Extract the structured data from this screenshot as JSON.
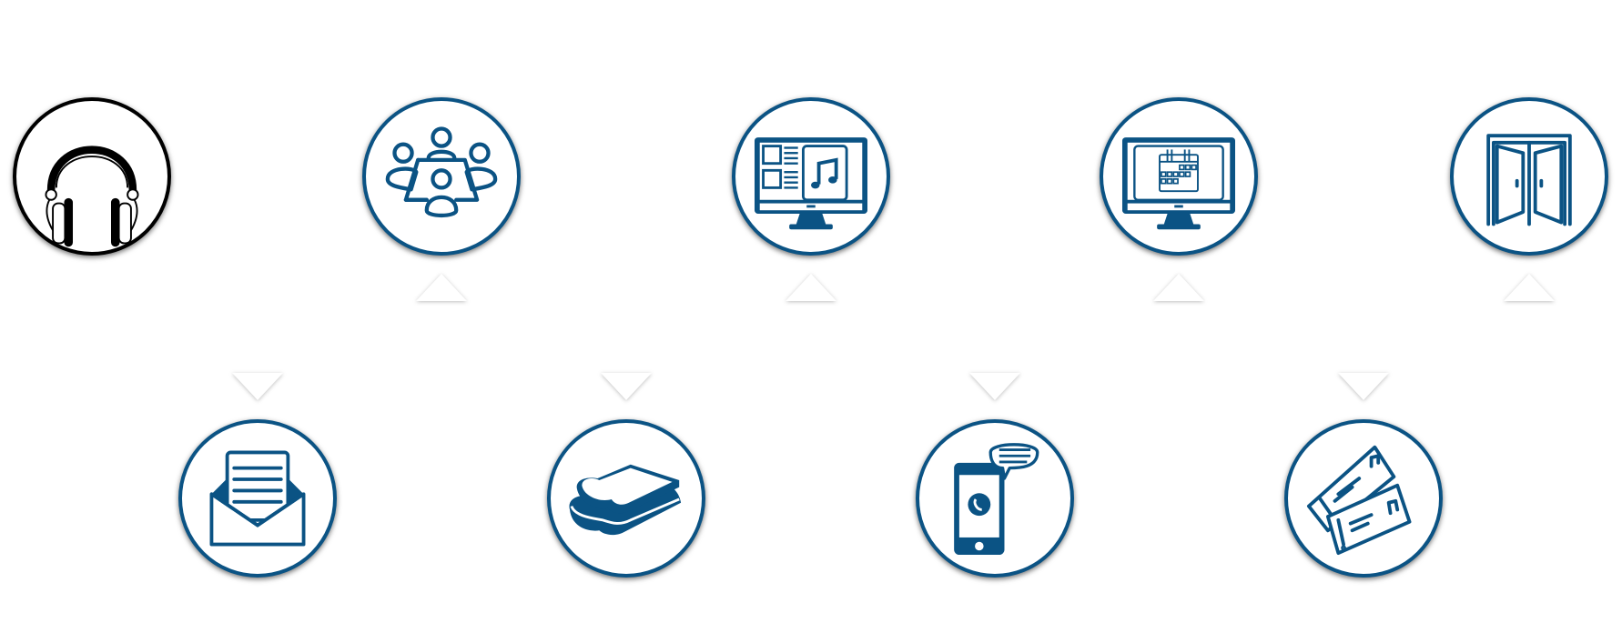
{
  "theme": {
    "accent": "#0b5384",
    "start_node_color": "#000000",
    "background": "#ffffff"
  },
  "flow": {
    "top_row": [
      {
        "id": "headphones",
        "icon": "headphones-icon",
        "style": "black"
      },
      {
        "id": "meeting",
        "icon": "meeting-table-icon",
        "style": "blue"
      },
      {
        "id": "monitor-music",
        "icon": "monitor-music-icon",
        "style": "blue"
      },
      {
        "id": "monitor-calendar",
        "icon": "monitor-calendar-icon",
        "style": "blue"
      },
      {
        "id": "double-door",
        "icon": "double-door-icon",
        "style": "blue"
      }
    ],
    "bottom_row": [
      {
        "id": "envelope",
        "icon": "open-envelope-icon",
        "style": "blue"
      },
      {
        "id": "sandwich",
        "icon": "sandwich-icon",
        "style": "blue"
      },
      {
        "id": "phone-chat",
        "icon": "phone-chat-icon",
        "style": "blue"
      },
      {
        "id": "tickets",
        "icon": "music-tickets-icon",
        "style": "blue"
      }
    ],
    "connectors": {
      "up_arrows": 4,
      "down_arrows": 4
    }
  }
}
